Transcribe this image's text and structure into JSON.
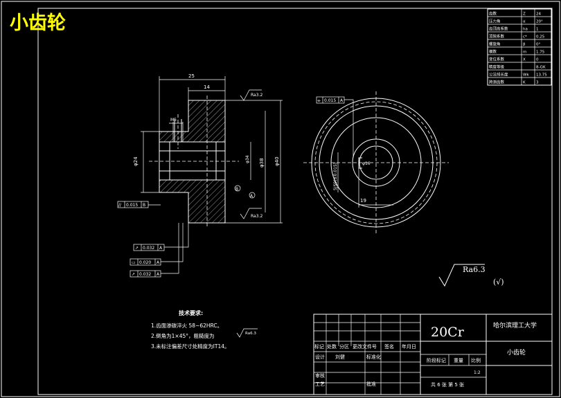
{
  "title": "小齿轮",
  "dims": {
    "d25": "25",
    "d14": "14",
    "m5": "M5",
    "d24": "φ24",
    "d40": "φ40",
    "d38": "φ38",
    "d34": "φ34",
    "k19": "19",
    "d16": "φ16",
    "kb": "5JS9(±0.015)",
    "p3": "3.2",
    "p4": "3.2"
  },
  "roughness": {
    "r1": "Ra6.3",
    "r2": "Ra3.2",
    "r3": "Ra3.2"
  },
  "datums": {
    "a": "A",
    "b": "B"
  },
  "tolerances": {
    "runout_left": [
      "//",
      "0.015",
      "B"
    ],
    "runout1": [
      "↗",
      "0.032",
      "A"
    ],
    "flat": [
      "▭",
      "0.020",
      "A"
    ],
    "runout2": [
      "↗",
      "0.032",
      "A"
    ],
    "symm": [
      "⌯",
      "0.015",
      "A"
    ]
  },
  "general_roughness": {
    "value": "Ra6.3",
    "note": "(√)"
  },
  "tech_req": {
    "heading": "技术要求:",
    "items": [
      "1.齿面渗碳淬火 58~62HRC。",
      "2.倒角为1×45°，粗糙度为",
      "3.未标注偏差尺寸处精度为IT14。"
    ],
    "item2_rough": "Ra6.3"
  },
  "param_table": [
    [
      "齿数",
      "Z",
      "24"
    ],
    [
      "压力角",
      "α",
      "20°"
    ],
    [
      "齿顶高系数",
      "ha",
      "1"
    ],
    [
      "顶隙系数",
      "c*",
      "0.25"
    ],
    [
      "螺旋角",
      "β",
      "0°"
    ],
    [
      "模数",
      "m",
      "1.75"
    ],
    [
      "变位系数",
      "X",
      "0"
    ],
    [
      "精度等级",
      "",
      "8-GK"
    ],
    [
      "公法线长度",
      "Wk",
      "13.75"
    ],
    [
      "跨测齿数",
      "K",
      "3"
    ]
  ],
  "title_block": {
    "material": "20Cr",
    "school": "哈尔滨理工大学",
    "part": "小齿轮",
    "labels": [
      "标记",
      "处数",
      "分区",
      "更改文件号",
      "签名",
      "年月日"
    ],
    "row_design": [
      "设计",
      "刘健",
      "标准化"
    ],
    "row_audit": [
      "审核"
    ],
    "row_process": [
      "工艺",
      "批准"
    ],
    "stage_labels": [
      "阶段标记",
      "重量",
      "比例"
    ],
    "scale": "1:2",
    "sheet": "共 6 张  第 5 张"
  }
}
